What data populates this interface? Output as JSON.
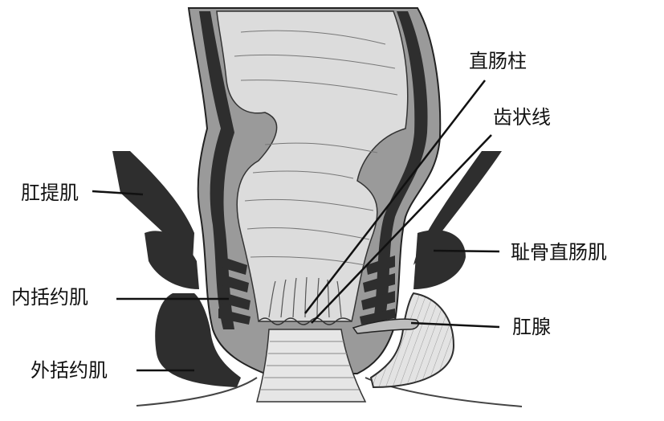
{
  "labels": {
    "rectal_columns": "直肠柱",
    "dentate_line": "齿状线",
    "levator_ani": "肛提肌",
    "puborectalis": "耻骨直肠肌",
    "internal_sphincter": "内括约肌",
    "anal_gland": "肛腺",
    "external_sphincter": "外括约肌"
  },
  "colors": {
    "muscle_dark": "#2e2e2e",
    "mucosa": "#d9d9d9",
    "wall_mid": "#9a9a9a",
    "line": "#111111"
  }
}
